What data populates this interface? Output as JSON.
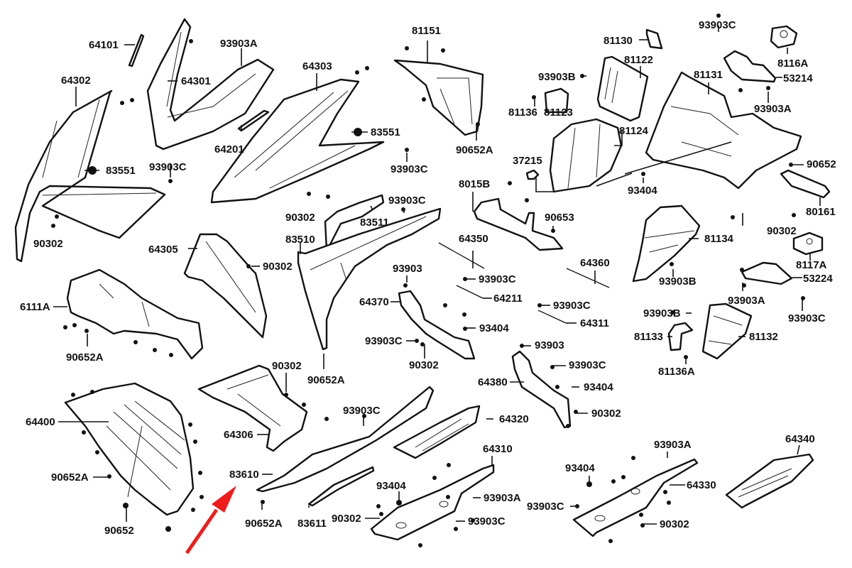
{
  "title": "Body cover exploded parts diagram",
  "colors": {
    "line": "#111111",
    "highlight_arrow": "#ee1c1c",
    "background": "#ffffff"
  },
  "highlight": {
    "target_label": "83610",
    "icon": "red-arrow-icon"
  },
  "labels": {
    "l64101": "64101",
    "l64302": "64302",
    "l64301": "64301",
    "l93903A_1": "93903A",
    "l64303": "64303",
    "l81151": "81151",
    "l81130": "81130",
    "l93903C_top": "93903C",
    "l8116A": "8116A",
    "l81122": "81122",
    "l93903B_1": "93903B",
    "l81131": "81131",
    "l53214": "53214",
    "l93903A_2": "93903A",
    "l81136": "81136",
    "l81123": "81123",
    "l64201": "64201",
    "l83551_1": "83551",
    "l83551_2": "83551",
    "l90652A_1": "90652A",
    "l81124": "81124",
    "l37215": "37215",
    "l93903C_1": "93903C",
    "l93903C_2": "93903C",
    "l93404_1": "93404",
    "l90652_1": "90652",
    "l8015B": "8015B",
    "l93903C_3": "93903C",
    "l90302_1": "90302",
    "l83511": "83511",
    "l90653": "90653",
    "l80161": "80161",
    "l90302_2": "90302",
    "l90302_3": "90302",
    "l83510": "83510",
    "l64350": "64350",
    "l81134": "81134",
    "l64305": "64305",
    "l90302_4": "90302",
    "l64360": "64360",
    "l8117A": "8117A",
    "l93903": "93903",
    "l93903C_4": "93903C",
    "l53224": "53224",
    "l93903B_2": "93903B",
    "l64370": "64370",
    "l64211": "64211",
    "l93903C_5": "93903C",
    "l93903A_3": "93903A",
    "l6111A": "6111A",
    "l93404_2": "93404",
    "l64311": "64311",
    "l93903C_6": "93903C",
    "l93903B_3": "93903B",
    "l93903C_7": "93903C",
    "l90302_5": "90302",
    "l90652A_2": "90652A",
    "l93903_2": "93903",
    "l81133": "81133",
    "l81132": "81132",
    "l90652A_3": "90652A",
    "l93903C_8": "93903C",
    "l81136A": "81136A",
    "l90302_6": "90302",
    "l64380": "64380",
    "l93404_3": "93404",
    "l90302_7": "90302",
    "l64400": "64400",
    "l64306": "64306",
    "l93903C_9": "93903C",
    "l64320": "64320",
    "l64310": "64310",
    "l93903A_4": "93903A",
    "l64340": "64340",
    "l90652A_4": "90652A",
    "l83610": "83610",
    "l93404_4": "93404",
    "l64330": "64330",
    "l93404_5": "93404",
    "l93903A_5": "93903A",
    "l93903C_10": "93903C",
    "l90302_8": "90302",
    "l90652_2": "90652",
    "l90652A_5": "90652A",
    "l83611": "83611",
    "l90302_9": "90302",
    "l93903C_11": "93903C"
  }
}
